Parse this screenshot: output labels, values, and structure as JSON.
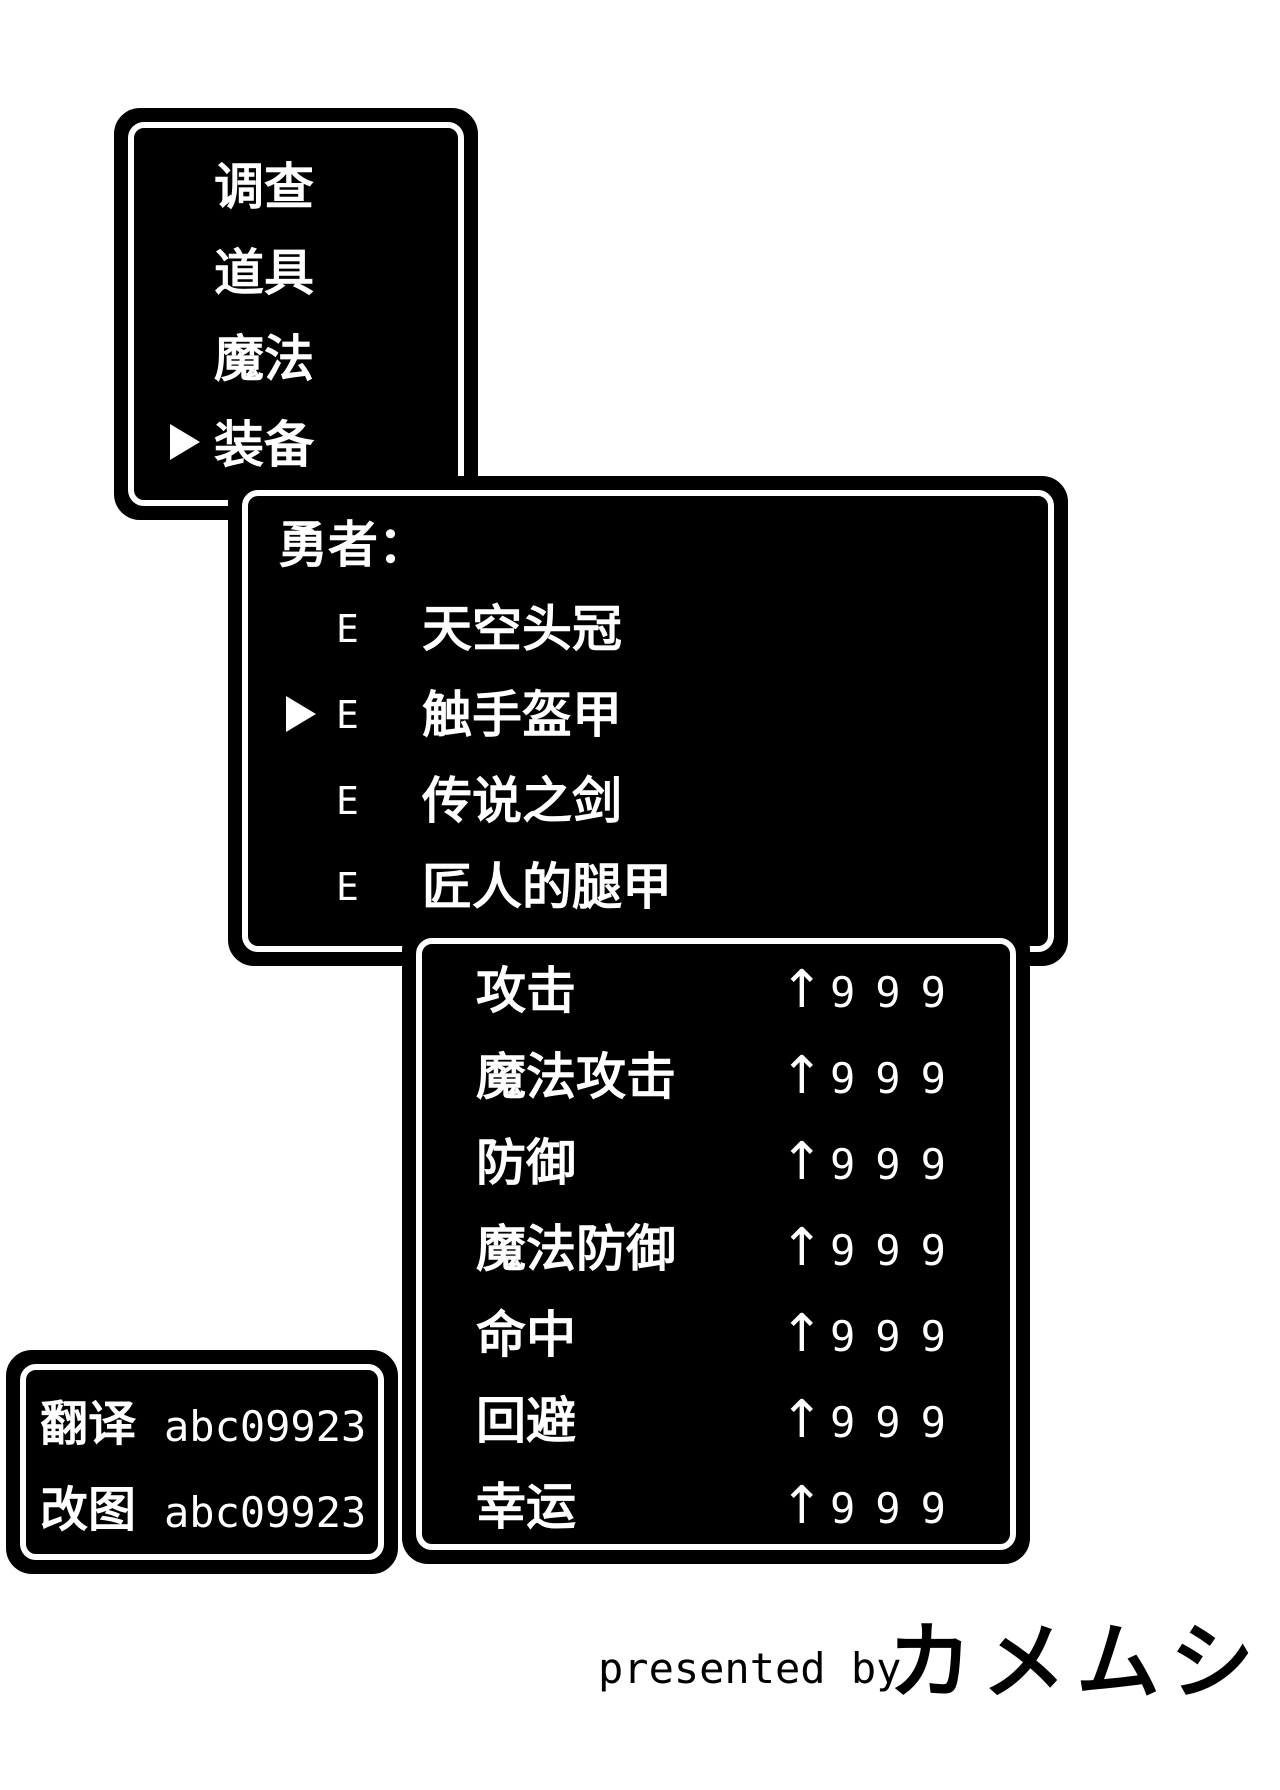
{
  "command_menu": {
    "items": [
      {
        "label": "调查",
        "selected": false
      },
      {
        "label": "道具",
        "selected": false
      },
      {
        "label": "魔法",
        "selected": false
      },
      {
        "label": "装备",
        "selected": true
      }
    ]
  },
  "equipment_menu": {
    "character": "勇者：",
    "items": [
      {
        "slot": "E",
        "name": "天空头冠",
        "selected": false
      },
      {
        "slot": "E",
        "name": "触手盔甲",
        "selected": true
      },
      {
        "slot": "E",
        "name": "传说之剑",
        "selected": false
      },
      {
        "slot": "E",
        "name": "匠人的腿甲",
        "selected": false
      }
    ]
  },
  "stats_panel": {
    "rows": [
      {
        "name": "攻击",
        "arrow": "↑",
        "value": "999"
      },
      {
        "name": "魔法攻击",
        "arrow": "↑",
        "value": "999"
      },
      {
        "name": "防御",
        "arrow": "↑",
        "value": "999"
      },
      {
        "name": "魔法防御",
        "arrow": "↑",
        "value": "999"
      },
      {
        "name": "命中",
        "arrow": "↑",
        "value": "999"
      },
      {
        "name": "回避",
        "arrow": "↑",
        "value": "999"
      },
      {
        "name": "幸运",
        "arrow": "↑",
        "value": "999"
      }
    ]
  },
  "credits_box": {
    "rows": [
      {
        "label": "翻译",
        "value": "abc09923"
      },
      {
        "label": "改图",
        "value": "abc09923"
      }
    ]
  },
  "footer": {
    "presented_by": "presented by",
    "author": "カメムシ"
  },
  "colors": {
    "window_bg": "#000000",
    "window_border": "#ffffff",
    "page_bg": "#ffffff"
  }
}
